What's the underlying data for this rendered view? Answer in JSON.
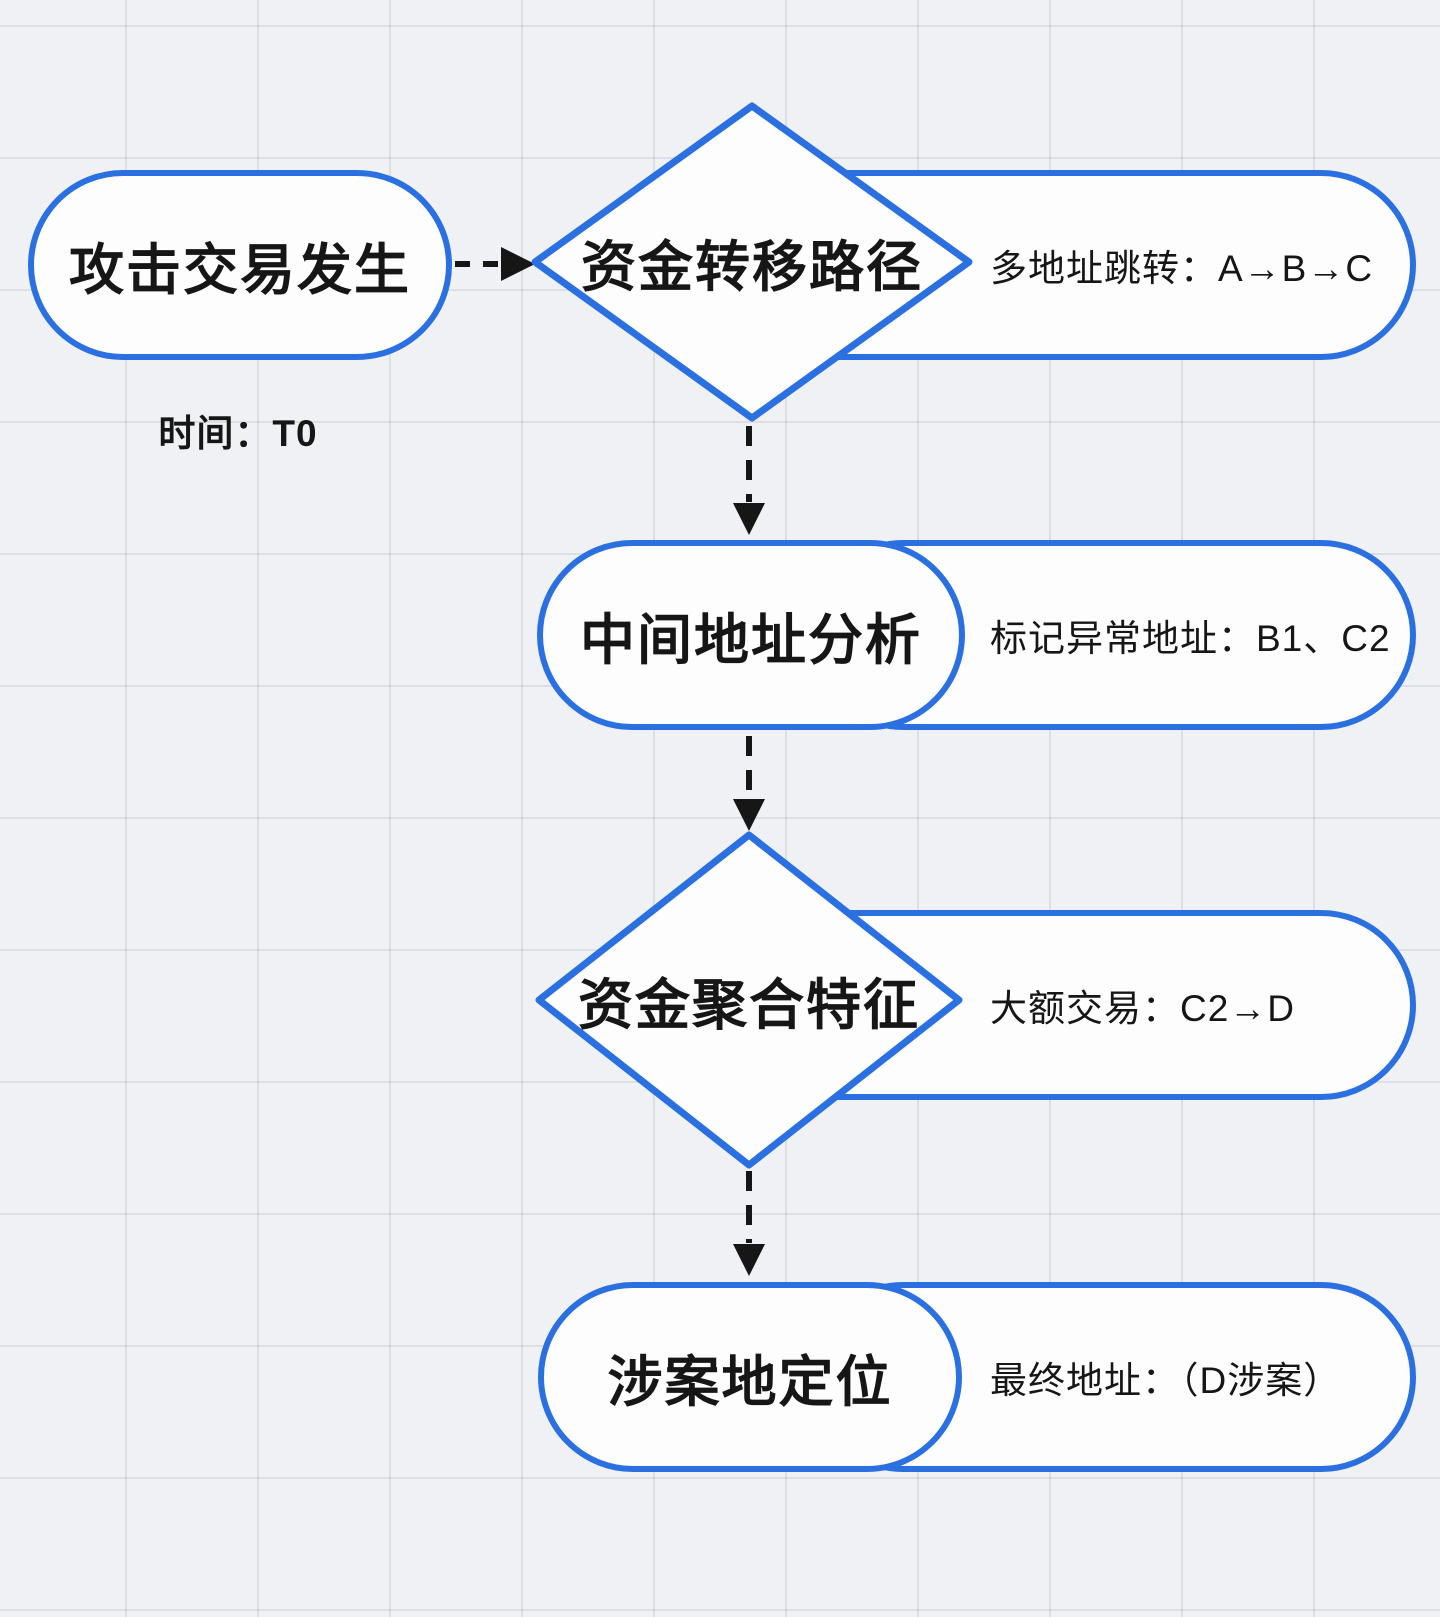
{
  "colors": {
    "accent": "#2b70e0",
    "ink": "#161616",
    "background": "#eff1f4",
    "shape_fill": "#fdfdfe"
  },
  "flowchart": {
    "start": {
      "title": "攻击交易发生",
      "caption": "时间：T0"
    },
    "step1": {
      "shape": "diamond",
      "title": "资金转移路径",
      "annotation": "多地址跳转：A→B→C"
    },
    "step2": {
      "shape": "stadium",
      "title": "中间地址分析",
      "annotation": "标记异常地址：B1、C2"
    },
    "step3": {
      "shape": "diamond",
      "title": "资金聚合特征",
      "annotation": "大额交易：C2→D"
    },
    "step4": {
      "shape": "stadium",
      "title": "涉案地定位",
      "annotation": "最终地址：（D涉案）"
    }
  }
}
